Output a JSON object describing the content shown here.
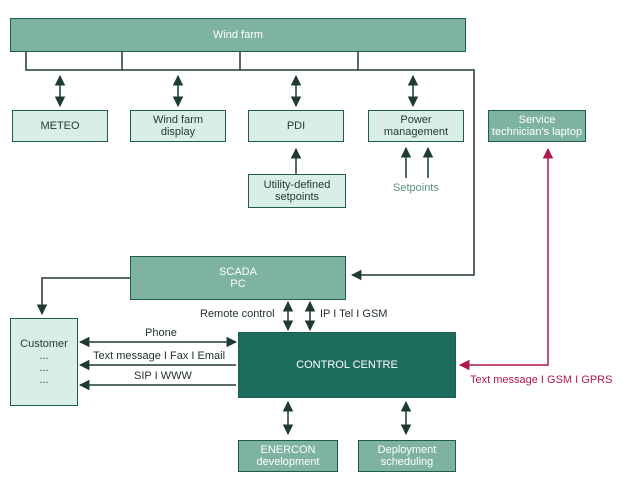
{
  "nodes": {
    "wind_farm": "Wind farm",
    "meteo": "METEO",
    "wind_farm_display": "Wind farm\ndisplay",
    "pdi": "PDI",
    "power_management": "Power\nmanagement",
    "service_laptop": "Service\ntechnician's laptop",
    "utility_setpoints": "Utility-defined\nsetpoints",
    "scada": "SCADA\nPC",
    "customer": "Customer\n...\n...\n...",
    "control_centre": "CONTROL CENTRE",
    "enercon_dev": "ENERCON\ndevelopment",
    "deployment": "Deployment\nscheduling"
  },
  "labels": {
    "setpoints": "Setpoints",
    "remote_control": "Remote control",
    "ip_tel_gsm": "IP I Tel I GSM",
    "phone": "Phone",
    "text_fax_email": "Text message I Fax I Email",
    "sip_www": "SIP I WWW",
    "text_gsm_gprs": "Text message I GSM I GPRS"
  },
  "colors": {
    "light_box": "#d8eee6",
    "mid_box": "#7fb3a1",
    "dark_box": "#1d6d5e",
    "connector": "#1e3a34",
    "accent_red": "#b0174f"
  }
}
